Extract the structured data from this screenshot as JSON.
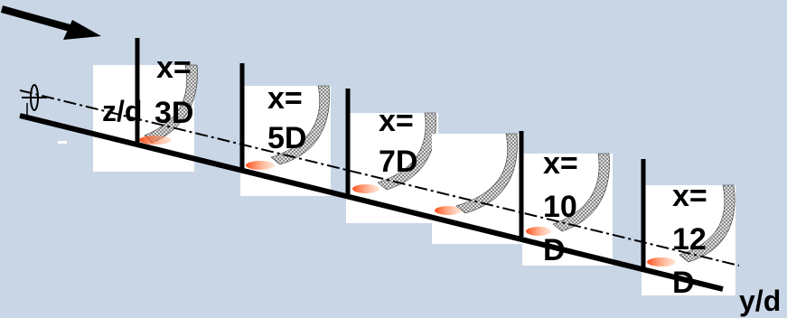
{
  "diagram": {
    "axis_labels": {
      "vertical": "z/d",
      "horizontal": "y/d"
    },
    "stations": [
      {
        "label_line1": "x=",
        "label_line2": "3D"
      },
      {
        "label_line1": "x=",
        "label_line2": "5D"
      },
      {
        "label_line1": "x=",
        "label_line2": "7D"
      },
      {
        "label_line1": "x=",
        "label_line2": "10",
        "label_line3": "D"
      },
      {
        "label_line1": "x=",
        "label_line2": "12",
        "label_line3": "D"
      }
    ],
    "colors": {
      "background": "#c9d6e6",
      "ink": "#000000",
      "flame": "#ff5a1e",
      "panel": "#ffffff"
    }
  }
}
